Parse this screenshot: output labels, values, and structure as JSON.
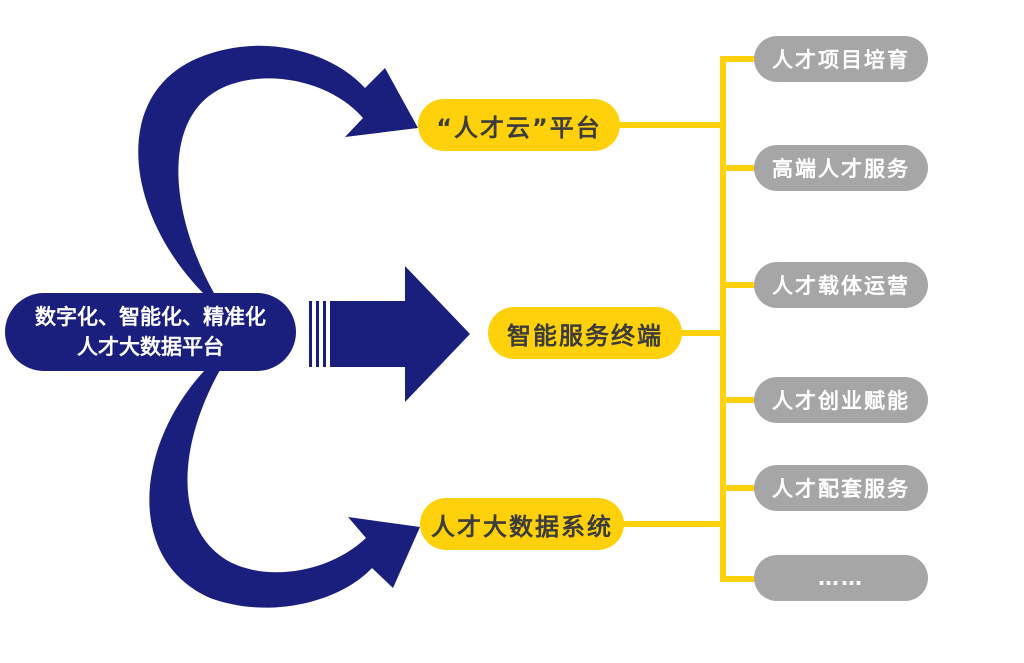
{
  "central": {
    "line1": "数字化、智能化、精准化",
    "line2": "人才大数据平台"
  },
  "platforms": [
    "“人才云”平台",
    "智能服务终端",
    "人才大数据系统"
  ],
  "services": [
    "人才项目培育",
    "高端人才服务",
    "人才载体运营",
    "人才创业赋能",
    "人才配套服务",
    "……"
  ],
  "colors": {
    "navy": "#1a1f7e",
    "yellow": "#ffd10a",
    "gray": "#a6a6a6",
    "dark_text": "#3c3c3c"
  }
}
